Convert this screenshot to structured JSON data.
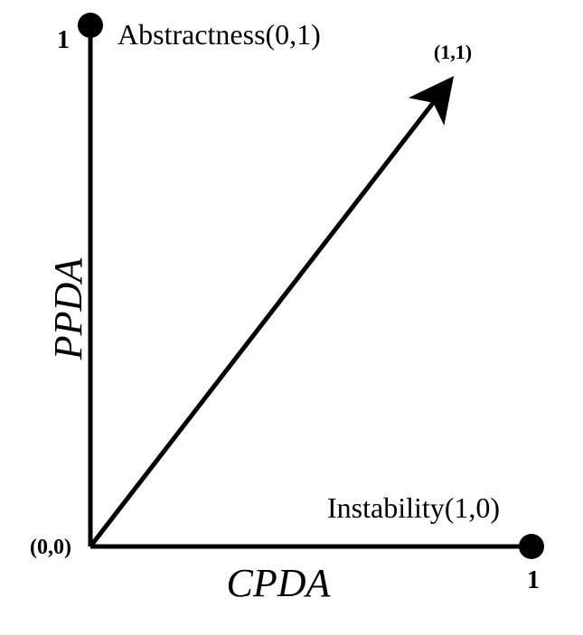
{
  "diagram": {
    "y_axis_label": "PPDA",
    "x_axis_label": "CPDA",
    "origin_label": "(0,0)",
    "y_end_label": "1",
    "x_end_label": "1",
    "abstractness_label": "Abstractness(0,1)",
    "instability_label": "Instability(1,0)",
    "diagonal_end_label": "(1,1)"
  },
  "colors": {
    "stroke": "#000000",
    "background": "#ffffff"
  }
}
